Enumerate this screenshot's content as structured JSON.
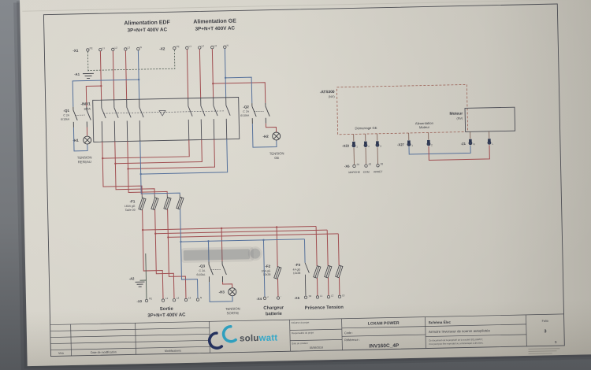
{
  "schematic": {
    "source_edf": {
      "title": "Alimentation EDF",
      "subtitle": "3P+N+T 400V AC"
    },
    "source_ge": {
      "title": "Alimentation GE",
      "subtitle": "3P+N+T 400V AC"
    },
    "terminals": {
      "x1": {
        "label": "-X1",
        "pins": [
          "PE",
          "L1",
          "L2",
          "L3",
          "N"
        ]
      },
      "x2": {
        "label": "-X2",
        "pins": [
          "PE",
          "L1",
          "L2",
          "L3",
          "N"
        ]
      },
      "x3": {
        "label": "-X3",
        "pins": [
          "PE",
          "L1",
          "L2",
          "L3",
          "N"
        ]
      },
      "x4": {
        "label": "-X4",
        "pins": [
          "+",
          "-"
        ]
      },
      "x5": {
        "label": "-X5",
        "pins": [
          ":04",
          "L1",
          "L2",
          "L3"
        ]
      },
      "x6": {
        "label": "-X6",
        "pins": [
          ":01",
          ":02",
          ":03"
        ],
        "captions": [
          "MARCHE",
          "COM",
          "ARRET"
        ]
      },
      "x23": {
        "label": "-X23",
        "pins": [
          "1",
          "2",
          "3"
        ]
      },
      "x27": {
        "label": "-X27",
        "pins": [
          "1",
          "2"
        ]
      },
      "z1": {
        "label": "-Z1",
        "pins": [
          "N",
          "L"
        ]
      }
    },
    "grounds": {
      "a1": "-A1",
      "a2": "-A2"
    },
    "breakers": {
      "q1": {
        "label": "-Q1",
        "rating": "C 2A",
        "breaking": "6/10kA"
      },
      "q2": {
        "label": "-Q2",
        "rating": "C 2A",
        "breaking": "6/10kA"
      },
      "q3": {
        "label": "-Q3",
        "rating": "C 2A",
        "breaking": "6/10kA"
      }
    },
    "lamps": {
      "h1": {
        "label": "-H1",
        "caption1": "TENSION",
        "caption2": "RESEAU"
      },
      "h2": {
        "label": "-H2",
        "caption1": "TENSION",
        "caption2": "GE"
      },
      "h3": {
        "label": "-H3",
        "caption1": "TENSION",
        "caption2": "SORTIE"
      }
    },
    "changeover": {
      "label": "-INV1",
      "rating": "160A"
    },
    "fuses": {
      "f1": {
        "label": "-F1",
        "rating": "160A gG",
        "size": "Taille 00"
      },
      "f2": {
        "label": "-F2",
        "rating": "16A gG",
        "size": "10x38"
      },
      "f3": {
        "label": "-F3",
        "rating": "4A gG",
        "size": "10x38"
      }
    },
    "ats": {
      "label": "-ATS300",
      "sublabel": "(NV)",
      "zone_start": "Démarrage GE",
      "zone_motor1": "Alimentation",
      "zone_motor2": "Moteur"
    },
    "motor": {
      "label": "Moteur",
      "sublabel": "(NV)"
    },
    "output": {
      "title": "Sortie",
      "subtitle": "3P+N+T 400V AC"
    },
    "captions": {
      "charger1": "Chargeur",
      "charger2": "batterie",
      "presence": "Présence Tension"
    }
  },
  "titleblock": {
    "revision_headers": [
      "Visa",
      "Date de modification",
      "Modifications"
    ],
    "logo": {
      "part1": "solu",
      "part2": "watt"
    },
    "fields": [
      {
        "label": "Créateur du projet",
        "value": ""
      },
      {
        "label": "Responsable du projet",
        "value": ""
      },
      {
        "label": "Date de création",
        "value": "05/06/2018"
      }
    ],
    "company": "LOXAM POWER",
    "code_label": "Code :",
    "reference_label": "Référence :",
    "reference": "INV160C_4P",
    "doc_type": "Schéma Élec",
    "doc_title": "Armoire Inverseur de source autopilotée",
    "disclaimer1": "Ce document est la propriété de la société SOLUWATT,",
    "disclaimer2": "il ne peut pas être reproduit ou communiqué à des tiers.",
    "folio_label": "Folio",
    "folio_number": "3",
    "folio_total": "9"
  },
  "colors": {
    "phase_wire": "#a04d50",
    "neutral_wire": "#56719b",
    "pe_wire": "#4d5a52",
    "control_wire": "#7a5a50",
    "ats_box": "#9a6055",
    "logo_teal": "#35a8c8",
    "logo_navy": "#25325e"
  }
}
